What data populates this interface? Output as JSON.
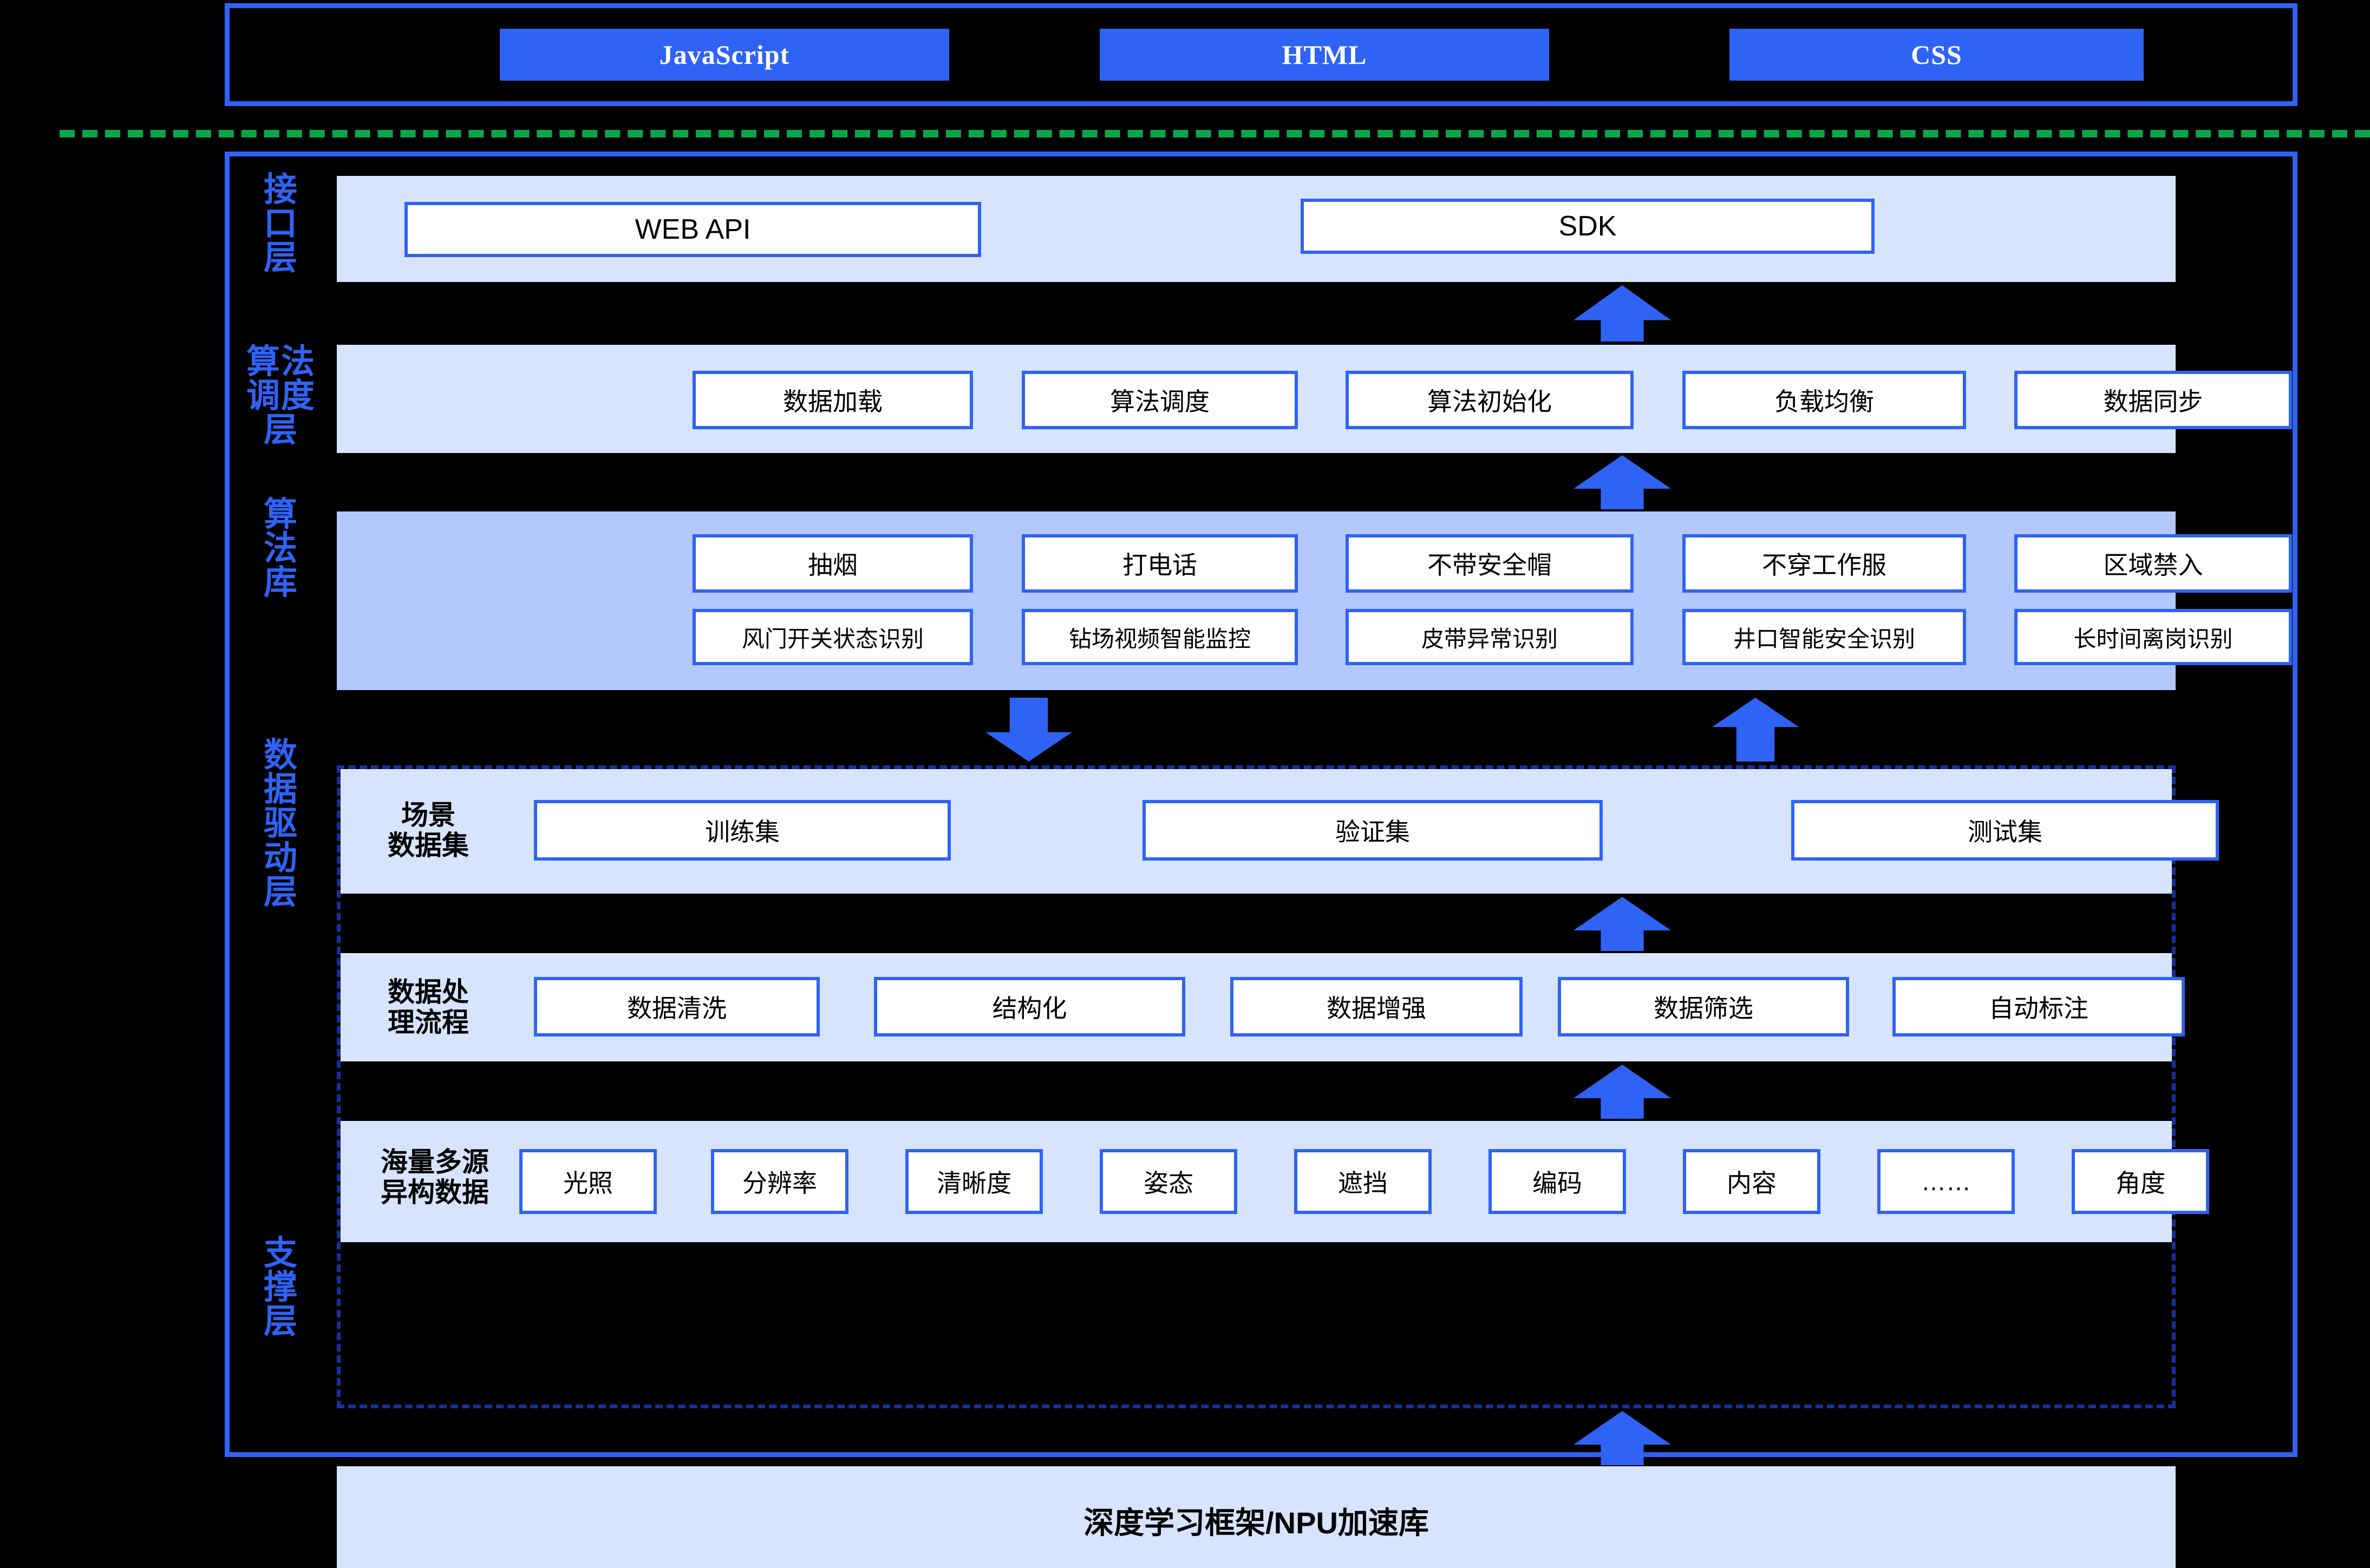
{
  "colors": {
    "accent": "#2f63f5",
    "band_light": "#d8e4fd",
    "band_dark": "#b3c8fd",
    "separator_green": "#0ba54a",
    "dashed_border": "#16309c",
    "chip_text": "#ffffff",
    "canvas": "#000000"
  },
  "frontend": {
    "chips": [
      {
        "label": "JavaScript"
      },
      {
        "label": "HTML"
      },
      {
        "label": "CSS"
      }
    ]
  },
  "layers": [
    {
      "id": "interface",
      "caption": "接口层",
      "caption_lines": [
        "接",
        "口",
        "层"
      ],
      "items": [
        {
          "label": "WEB API"
        },
        {
          "label": "SDK"
        }
      ]
    },
    {
      "id": "scheduling",
      "caption": "算法调度层",
      "caption_lines": [
        "算法",
        "调度",
        "层"
      ],
      "items": [
        {
          "label": "数据加载"
        },
        {
          "label": "算法调度"
        },
        {
          "label": "算法初始化"
        },
        {
          "label": "负载均衡"
        },
        {
          "label": "数据同步"
        }
      ]
    },
    {
      "id": "algorithm-library",
      "caption": "算法库",
      "caption_lines": [
        "算",
        "法",
        "库"
      ],
      "row1": [
        {
          "label": "抽烟"
        },
        {
          "label": "打电话"
        },
        {
          "label": "不带安全帽"
        },
        {
          "label": "不穿工作服"
        },
        {
          "label": "区域禁入"
        }
      ],
      "row2": [
        {
          "label": "风门开关状态识别"
        },
        {
          "label": "钻场视频智能监控"
        },
        {
          "label": "皮带异常识别"
        },
        {
          "label": "井口智能安全识别"
        },
        {
          "label": "长时间离岗识别"
        }
      ]
    },
    {
      "id": "data-driven",
      "caption": "数据驱动层",
      "caption_lines": [
        "数",
        "据",
        "驱",
        "动",
        "层"
      ],
      "groups": [
        {
          "id": "scene-dataset",
          "label": "场景数据集",
          "label_lines": [
            "场景",
            "数据集"
          ],
          "items": [
            {
              "label": "训练集"
            },
            {
              "label": "验证集"
            },
            {
              "label": "测试集"
            }
          ]
        },
        {
          "id": "data-processing",
          "label": "数据处理流程",
          "label_lines": [
            "数据处",
            "理流程"
          ],
          "items": [
            {
              "label": "数据清洗"
            },
            {
              "label": "结构化"
            },
            {
              "label": "数据增强"
            },
            {
              "label": "数据筛选"
            },
            {
              "label": "自动标注"
            }
          ]
        },
        {
          "id": "heterogeneous-data",
          "label": "海量多源异构数据",
          "label_lines": [
            "海量多源",
            "异构数据"
          ],
          "items": [
            {
              "label": "光照"
            },
            {
              "label": "分辨率"
            },
            {
              "label": "清晰度"
            },
            {
              "label": "姿态"
            },
            {
              "label": "遮挡"
            },
            {
              "label": "编码"
            },
            {
              "label": "内容"
            },
            {
              "label": "……"
            },
            {
              "label": "角度"
            }
          ]
        }
      ]
    },
    {
      "id": "support",
      "caption": "支撑层",
      "caption_lines": [
        "支",
        "撑",
        "层"
      ],
      "items": [
        {
          "label": "深度学习框架/NPU加速库"
        }
      ]
    }
  ],
  "arrows": [
    {
      "id": "scheduling-to-interface",
      "direction": "up"
    },
    {
      "id": "algolib-to-scheduling",
      "direction": "up"
    },
    {
      "id": "algolib-to-dataset",
      "direction": "down"
    },
    {
      "id": "dataset-to-algolib",
      "direction": "up"
    },
    {
      "id": "processing-to-dataset",
      "direction": "up"
    },
    {
      "id": "rawdata-to-processing",
      "direction": "up"
    },
    {
      "id": "support-to-rawdata",
      "direction": "up"
    }
  ]
}
